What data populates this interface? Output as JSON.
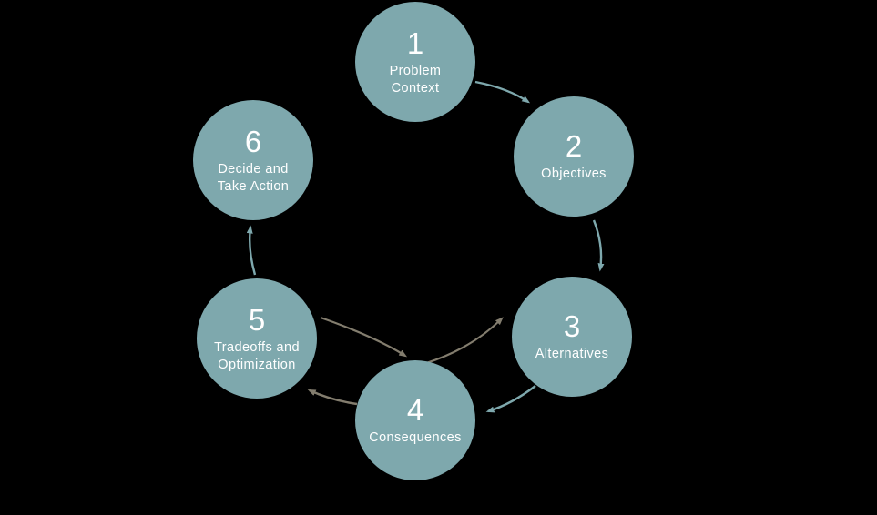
{
  "colors": {
    "background": "#000000",
    "node_fill": "#7EA8AD",
    "node_text": "#FFFFFF",
    "arrow_teal": "#7EA8AD",
    "arrow_gray": "#837D6E"
  },
  "nodes": [
    {
      "number": "1",
      "label": "Problem Context",
      "lines": [
        "Problem",
        "Context"
      ]
    },
    {
      "number": "2",
      "label": "Objectives",
      "lines": [
        "Objectives"
      ]
    },
    {
      "number": "3",
      "label": "Alternatives",
      "lines": [
        "Alternatives"
      ]
    },
    {
      "number": "4",
      "label": "Consequences",
      "lines": [
        "Consequences"
      ]
    },
    {
      "number": "5",
      "label": "Tradeoffs and Optimization",
      "lines": [
        "Tradeoffs and",
        "Optimization"
      ]
    },
    {
      "number": "6",
      "label": "Decide and Take Action",
      "lines": [
        "Decide and",
        "Take Action"
      ]
    }
  ],
  "arrows": [
    {
      "from": "1",
      "to": "2",
      "style": "teal"
    },
    {
      "from": "2",
      "to": "3",
      "style": "teal"
    },
    {
      "from": "3",
      "to": "4",
      "style": "teal"
    },
    {
      "from": "4",
      "to": "5",
      "style": "gray"
    },
    {
      "from": "5",
      "to": "6",
      "style": "teal"
    },
    {
      "from": "5",
      "to": "4",
      "style": "gray-feedback"
    },
    {
      "from": "4",
      "to": "3",
      "style": "gray-feedback"
    }
  ]
}
